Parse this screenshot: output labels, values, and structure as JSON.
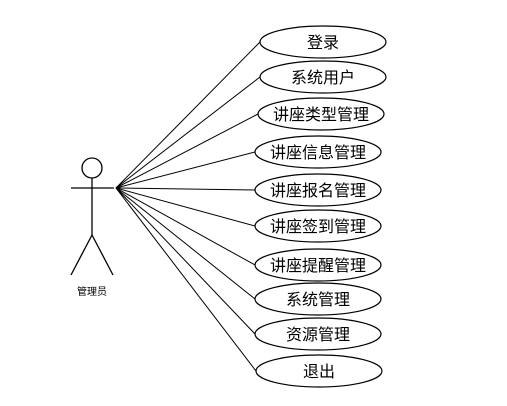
{
  "actor": {
    "name": "管理员"
  },
  "use_cases": [
    {
      "label": "登录"
    },
    {
      "label": "系统用户"
    },
    {
      "label": "讲座类型管理"
    },
    {
      "label": "讲座信息管理"
    },
    {
      "label": "讲座报名管理"
    },
    {
      "label": "讲座签到管理"
    },
    {
      "label": "讲座提醒管理"
    },
    {
      "label": "系统管理"
    },
    {
      "label": "资源管理"
    },
    {
      "label": "退出"
    }
  ],
  "colors": {
    "stroke": "#000000",
    "background": "#ffffff"
  }
}
